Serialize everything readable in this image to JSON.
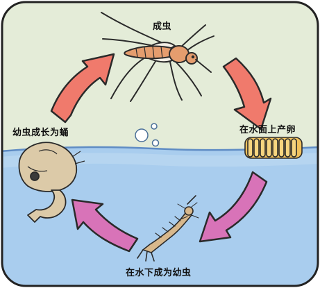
{
  "labels": {
    "adult": "成虫",
    "eggs": "在水面上产卵",
    "larva": "在水下成为幼虫",
    "pupa": "幼虫成长为蛹"
  },
  "colors": {
    "air": "#e4ecd8",
    "water": "#a9cdee",
    "water_line": "#5f8cc4",
    "arrow_top": "#f07a6c",
    "arrow_bottom": "#d873b8",
    "mosquito_body": "#e59d6e",
    "egg_raft": "#f2c25c",
    "larva": "#d8b88c",
    "pupa": "#dccaa8",
    "bubble": "#ffffff"
  },
  "icons": [
    "mosquito-icon",
    "egg-raft-icon",
    "larva-icon",
    "pupa-icon",
    "bubble-icon"
  ]
}
